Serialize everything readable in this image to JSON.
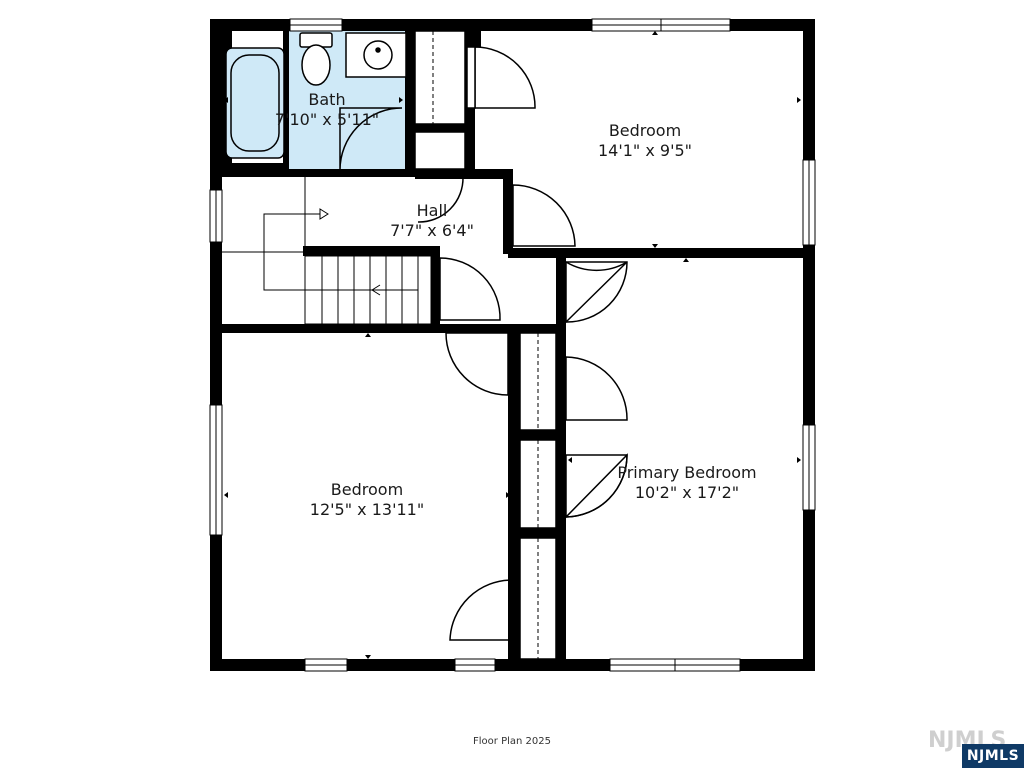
{
  "rooms": {
    "bath": {
      "name": "Bath",
      "dims": "7'10\" x 5'11\""
    },
    "bedroom_ne": {
      "name": "Bedroom",
      "dims": "14'1\" x 9'5\""
    },
    "hall": {
      "name": "Hall",
      "dims": "7'7\" x 6'4\""
    },
    "bedroom_sw": {
      "name": "Bedroom",
      "dims": "12'5\" x 13'11\""
    },
    "primary": {
      "name": "Primary Bedroom",
      "dims": "10'2\" x 17'2\""
    }
  },
  "caption": "Floor Plan 2025",
  "logo": {
    "text": "NJMLS",
    "ghost_text": "NJMLS"
  },
  "colors": {
    "wall": "#000000",
    "bath_fill": "#cfe9f7",
    "badge": "#0f3a66"
  }
}
